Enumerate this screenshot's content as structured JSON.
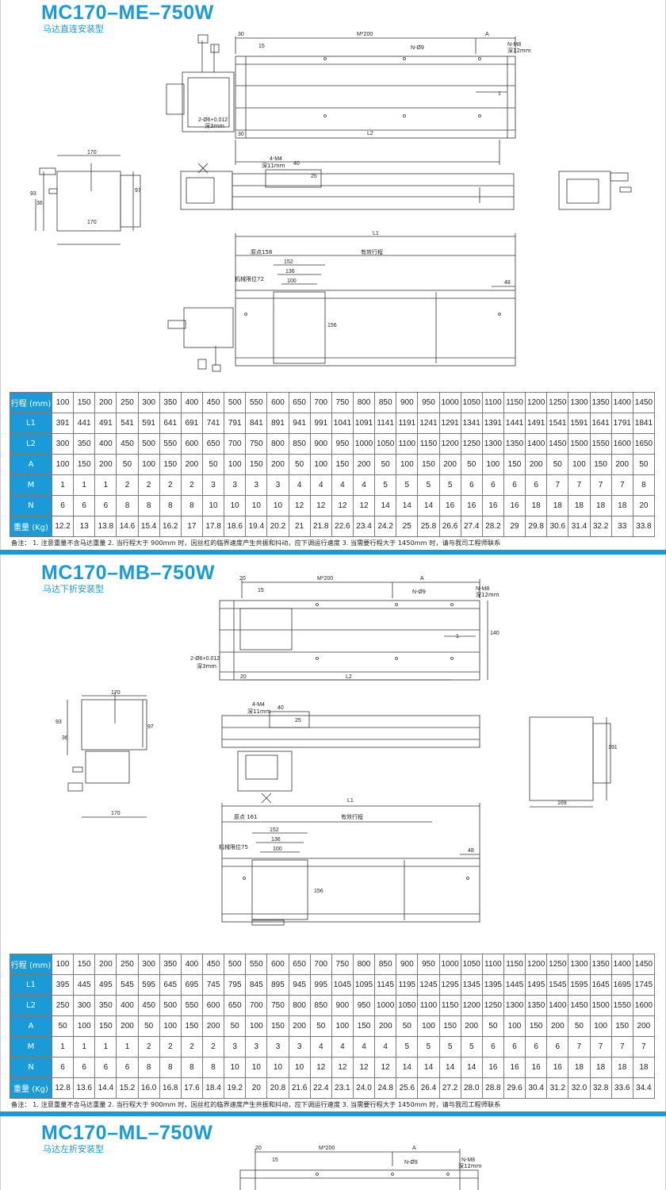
{
  "sections": [
    {
      "title": "MC170–ME–750W",
      "subtitle": "马达直连安装型",
      "drawing": {
        "top_dims": [
          "30",
          "M*200",
          "A",
          "15",
          "N-Ø9",
          "N-M8",
          "深12mm",
          "2-Ø6+0.012",
          "深3mm",
          "30",
          "L2",
          "1"
        ],
        "front_dims": [
          "170",
          "93",
          "36",
          "97",
          "170"
        ],
        "side_dims": [
          "4-M4",
          "深11mm",
          "40",
          "25"
        ],
        "bottom_dims": [
          "L1",
          "原点158",
          "有效行程",
          "152",
          "136",
          "100",
          "机械限位72",
          "48",
          "156"
        ]
      },
      "table": {
        "row_headers": [
          "行程 (mm)",
          "L1",
          "L2",
          "A",
          "M",
          "N",
          "重量 (Kg)"
        ],
        "rows": [
          [
            "100",
            "150",
            "200",
            "250",
            "300",
            "350",
            "400",
            "450",
            "500",
            "550",
            "600",
            "650",
            "700",
            "750",
            "800",
            "850",
            "900",
            "950",
            "1000",
            "1050",
            "1100",
            "1150",
            "1200",
            "1250",
            "1300",
            "1350",
            "1400",
            "1450"
          ],
          [
            "391",
            "441",
            "491",
            "541",
            "591",
            "641",
            "691",
            "741",
            "791",
            "841",
            "891",
            "941",
            "991",
            "1041",
            "1091",
            "1141",
            "1191",
            "1241",
            "1291",
            "1341",
            "1391",
            "1441",
            "1491",
            "1541",
            "1591",
            "1641",
            "1791",
            "1841"
          ],
          [
            "300",
            "350",
            "400",
            "450",
            "500",
            "550",
            "600",
            "650",
            "700",
            "750",
            "800",
            "850",
            "900",
            "950",
            "1000",
            "1050",
            "1100",
            "1150",
            "1200",
            "1250",
            "1300",
            "1350",
            "1400",
            "1450",
            "1500",
            "1550",
            "1600",
            "1650"
          ],
          [
            "100",
            "150",
            "200",
            "50",
            "100",
            "150",
            "200",
            "50",
            "100",
            "150",
            "200",
            "50",
            "100",
            "150",
            "200",
            "50",
            "100",
            "150",
            "200",
            "50",
            "100",
            "150",
            "200",
            "50",
            "100",
            "150",
            "200",
            "50"
          ],
          [
            "1",
            "1",
            "1",
            "2",
            "2",
            "2",
            "2",
            "3",
            "3",
            "3",
            "3",
            "4",
            "4",
            "4",
            "4",
            "5",
            "5",
            "5",
            "5",
            "6",
            "6",
            "6",
            "6",
            "7",
            "7",
            "7",
            "7",
            "8"
          ],
          [
            "6",
            "6",
            "6",
            "8",
            "8",
            "8",
            "8",
            "10",
            "10",
            "10",
            "10",
            "12",
            "12",
            "12",
            "12",
            "14",
            "14",
            "14",
            "16",
            "16",
            "16",
            "16",
            "18",
            "18",
            "18",
            "18",
            "18",
            "20"
          ],
          [
            "12.2",
            "13",
            "13.8",
            "14.6",
            "15.4",
            "16.2",
            "17",
            "17.8",
            "18.6",
            "19.4",
            "20.2",
            "21",
            "21.8",
            "22.6",
            "23.4",
            "24.2",
            "25",
            "25.8",
            "26.6",
            "27.4",
            "28.2",
            "29",
            "29.8",
            "30.6",
            "31.4",
            "32.2",
            "33",
            "33.8"
          ]
        ]
      },
      "note": "备注： 1. 注意重量不含马达重量   2. 当行程大于 900mm 时，因丝杠的临界速度产生共振和抖动，应下调运行速度   3. 当需要行程大于 1450mm 时，请与我司工程师联系"
    },
    {
      "title": "MC170–MB–750W",
      "subtitle": "马达下折安装型",
      "drawing": {
        "top_dims": [
          "20",
          "M*200",
          "A",
          "15",
          "N-Ø9",
          "N-M8",
          "深12mm",
          "2-Ø6+0.012",
          "深3mm",
          "20",
          "L2",
          "1",
          "140"
        ],
        "front_dims": [
          "170",
          "93",
          "36",
          "97",
          "170"
        ],
        "side_dims": [
          "4-M4",
          "深11mm",
          "40",
          "25"
        ],
        "right_dims": [
          "191",
          "169"
        ],
        "bottom_dims": [
          "L1",
          "原点 161",
          "有效行程",
          "152",
          "136",
          "100",
          "机械限位75",
          "48",
          "156"
        ]
      },
      "table": {
        "row_headers": [
          "行程 (mm)",
          "L1",
          "L2",
          "A",
          "M",
          "N",
          "重量 (Kg)"
        ],
        "rows": [
          [
            "100",
            "150",
            "200",
            "250",
            "300",
            "350",
            "400",
            "450",
            "500",
            "550",
            "600",
            "650",
            "700",
            "750",
            "800",
            "850",
            "900",
            "950",
            "1000",
            "1050",
            "1100",
            "1150",
            "1200",
            "1250",
            "1300",
            "1350",
            "1400",
            "1450"
          ],
          [
            "395",
            "445",
            "495",
            "545",
            "595",
            "645",
            "695",
            "745",
            "795",
            "845",
            "895",
            "945",
            "995",
            "1045",
            "1095",
            "1145",
            "1195",
            "1245",
            "1295",
            "1345",
            "1395",
            "1445",
            "1495",
            "1545",
            "1595",
            "1645",
            "1695",
            "1745"
          ],
          [
            "250",
            "300",
            "350",
            "400",
            "450",
            "500",
            "550",
            "600",
            "650",
            "700",
            "750",
            "800",
            "850",
            "900",
            "950",
            "1000",
            "1050",
            "1100",
            "1150",
            "1200",
            "1250",
            "1300",
            "1350",
            "1400",
            "1450",
            "1500",
            "1550",
            "1600"
          ],
          [
            "50",
            "100",
            "150",
            "200",
            "50",
            "100",
            "150",
            "200",
            "50",
            "100",
            "150",
            "200",
            "50",
            "100",
            "150",
            "200",
            "50",
            "100",
            "150",
            "200",
            "50",
            "100",
            "150",
            "200",
            "50",
            "100",
            "150",
            "200"
          ],
          [
            "1",
            "1",
            "1",
            "1",
            "2",
            "2",
            "2",
            "2",
            "3",
            "3",
            "3",
            "3",
            "4",
            "4",
            "4",
            "4",
            "5",
            "5",
            "5",
            "5",
            "6",
            "6",
            "6",
            "6",
            "7",
            "7",
            "7",
            "7"
          ],
          [
            "6",
            "6",
            "6",
            "6",
            "8",
            "8",
            "8",
            "8",
            "10",
            "10",
            "10",
            "10",
            "12",
            "12",
            "12",
            "12",
            "14",
            "14",
            "14",
            "14",
            "16",
            "16",
            "16",
            "16",
            "18",
            "18",
            "18",
            "18"
          ],
          [
            "12.8",
            "13.6",
            "14.4",
            "15.2",
            "16.0",
            "16.8",
            "17.6",
            "18.4",
            "19.2",
            "20",
            "20.8",
            "21.6",
            "22.4",
            "23.1",
            "24.0",
            "24.8",
            "25.6",
            "26.4",
            "27.2",
            "28.0",
            "28.8",
            "29.6",
            "30.4",
            "31.2",
            "32.0",
            "32.8",
            "33.6",
            "34.4"
          ]
        ]
      },
      "note": "备注： 1. 注意重量不含马达重量   2. 当行程大于 900mm 时，因丝杠的临界速度产生共振和抖动，应下调运行速度   3. 当需要行程大于 1450mm 时，请与我司工程师联系"
    },
    {
      "title": "MC170–ML–750W",
      "subtitle": "马达左折安装型",
      "drawing": {
        "top_dims": [
          "20",
          "M*200",
          "A",
          "15",
          "N-Ø9",
          "N-M8",
          "深12mm"
        ]
      }
    }
  ],
  "colors": {
    "accent": "#1a9bd7",
    "header_text": "#ffffff",
    "line": "#333333"
  }
}
